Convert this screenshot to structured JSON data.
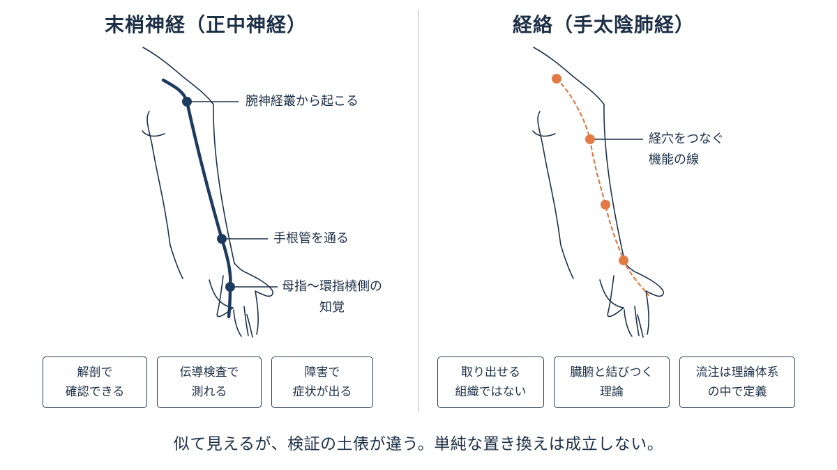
{
  "left_panel": {
    "title": "末梢神経（正中神経）",
    "callouts": [
      {
        "id": "brachial",
        "text": "腕神経叢から起こる"
      },
      {
        "id": "carpal",
        "text": "手根管を通る"
      },
      {
        "id": "sensation",
        "lines": [
          "母指〜環指橈側の",
          "知覚"
        ]
      }
    ],
    "boxes": [
      {
        "lines": [
          "解剖で",
          "確認できる"
        ]
      },
      {
        "lines": [
          "伝導検査で",
          "測れる"
        ]
      },
      {
        "lines": [
          "障害で",
          "症状が出る"
        ]
      }
    ],
    "accent_color": "#1d3b5e"
  },
  "right_panel": {
    "title": "経絡（手太陰肺経）",
    "callouts": [
      {
        "id": "acupoints",
        "lines": [
          "経穴をつなぐ",
          "機能の線"
        ]
      }
    ],
    "boxes": [
      {
        "lines": [
          "取り出せる",
          "組織ではない"
        ]
      },
      {
        "lines": [
          "臓腑と結びつく",
          "理論"
        ]
      },
      {
        "lines": [
          "流注は理論体系",
          "の中で定義"
        ]
      }
    ],
    "accent_color": "#e27a45"
  },
  "footer": "似て見えるが、検証の土俵が違う。単純な置き換えは成立しない。"
}
